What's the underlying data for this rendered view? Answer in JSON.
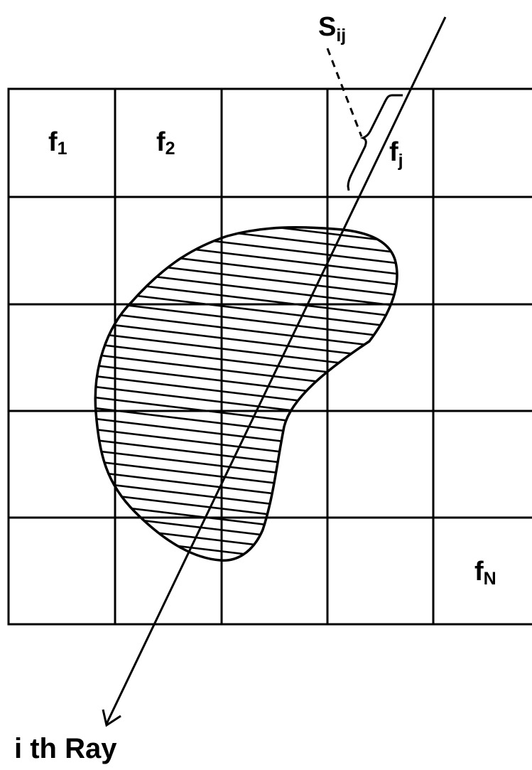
{
  "labels": {
    "pixel_first": {
      "base": "f",
      "sub": "1"
    },
    "pixel_second": {
      "base": "f",
      "sub": "2"
    },
    "pixel_j": {
      "base": "f",
      "sub": "j"
    },
    "pixel_last": {
      "base": "f",
      "sub": "N"
    },
    "segment_length": {
      "base": "S",
      "sub": "ij"
    },
    "ray": "i th Ray"
  },
  "colors": {
    "ink": "#000000",
    "background": "#ffffff"
  }
}
